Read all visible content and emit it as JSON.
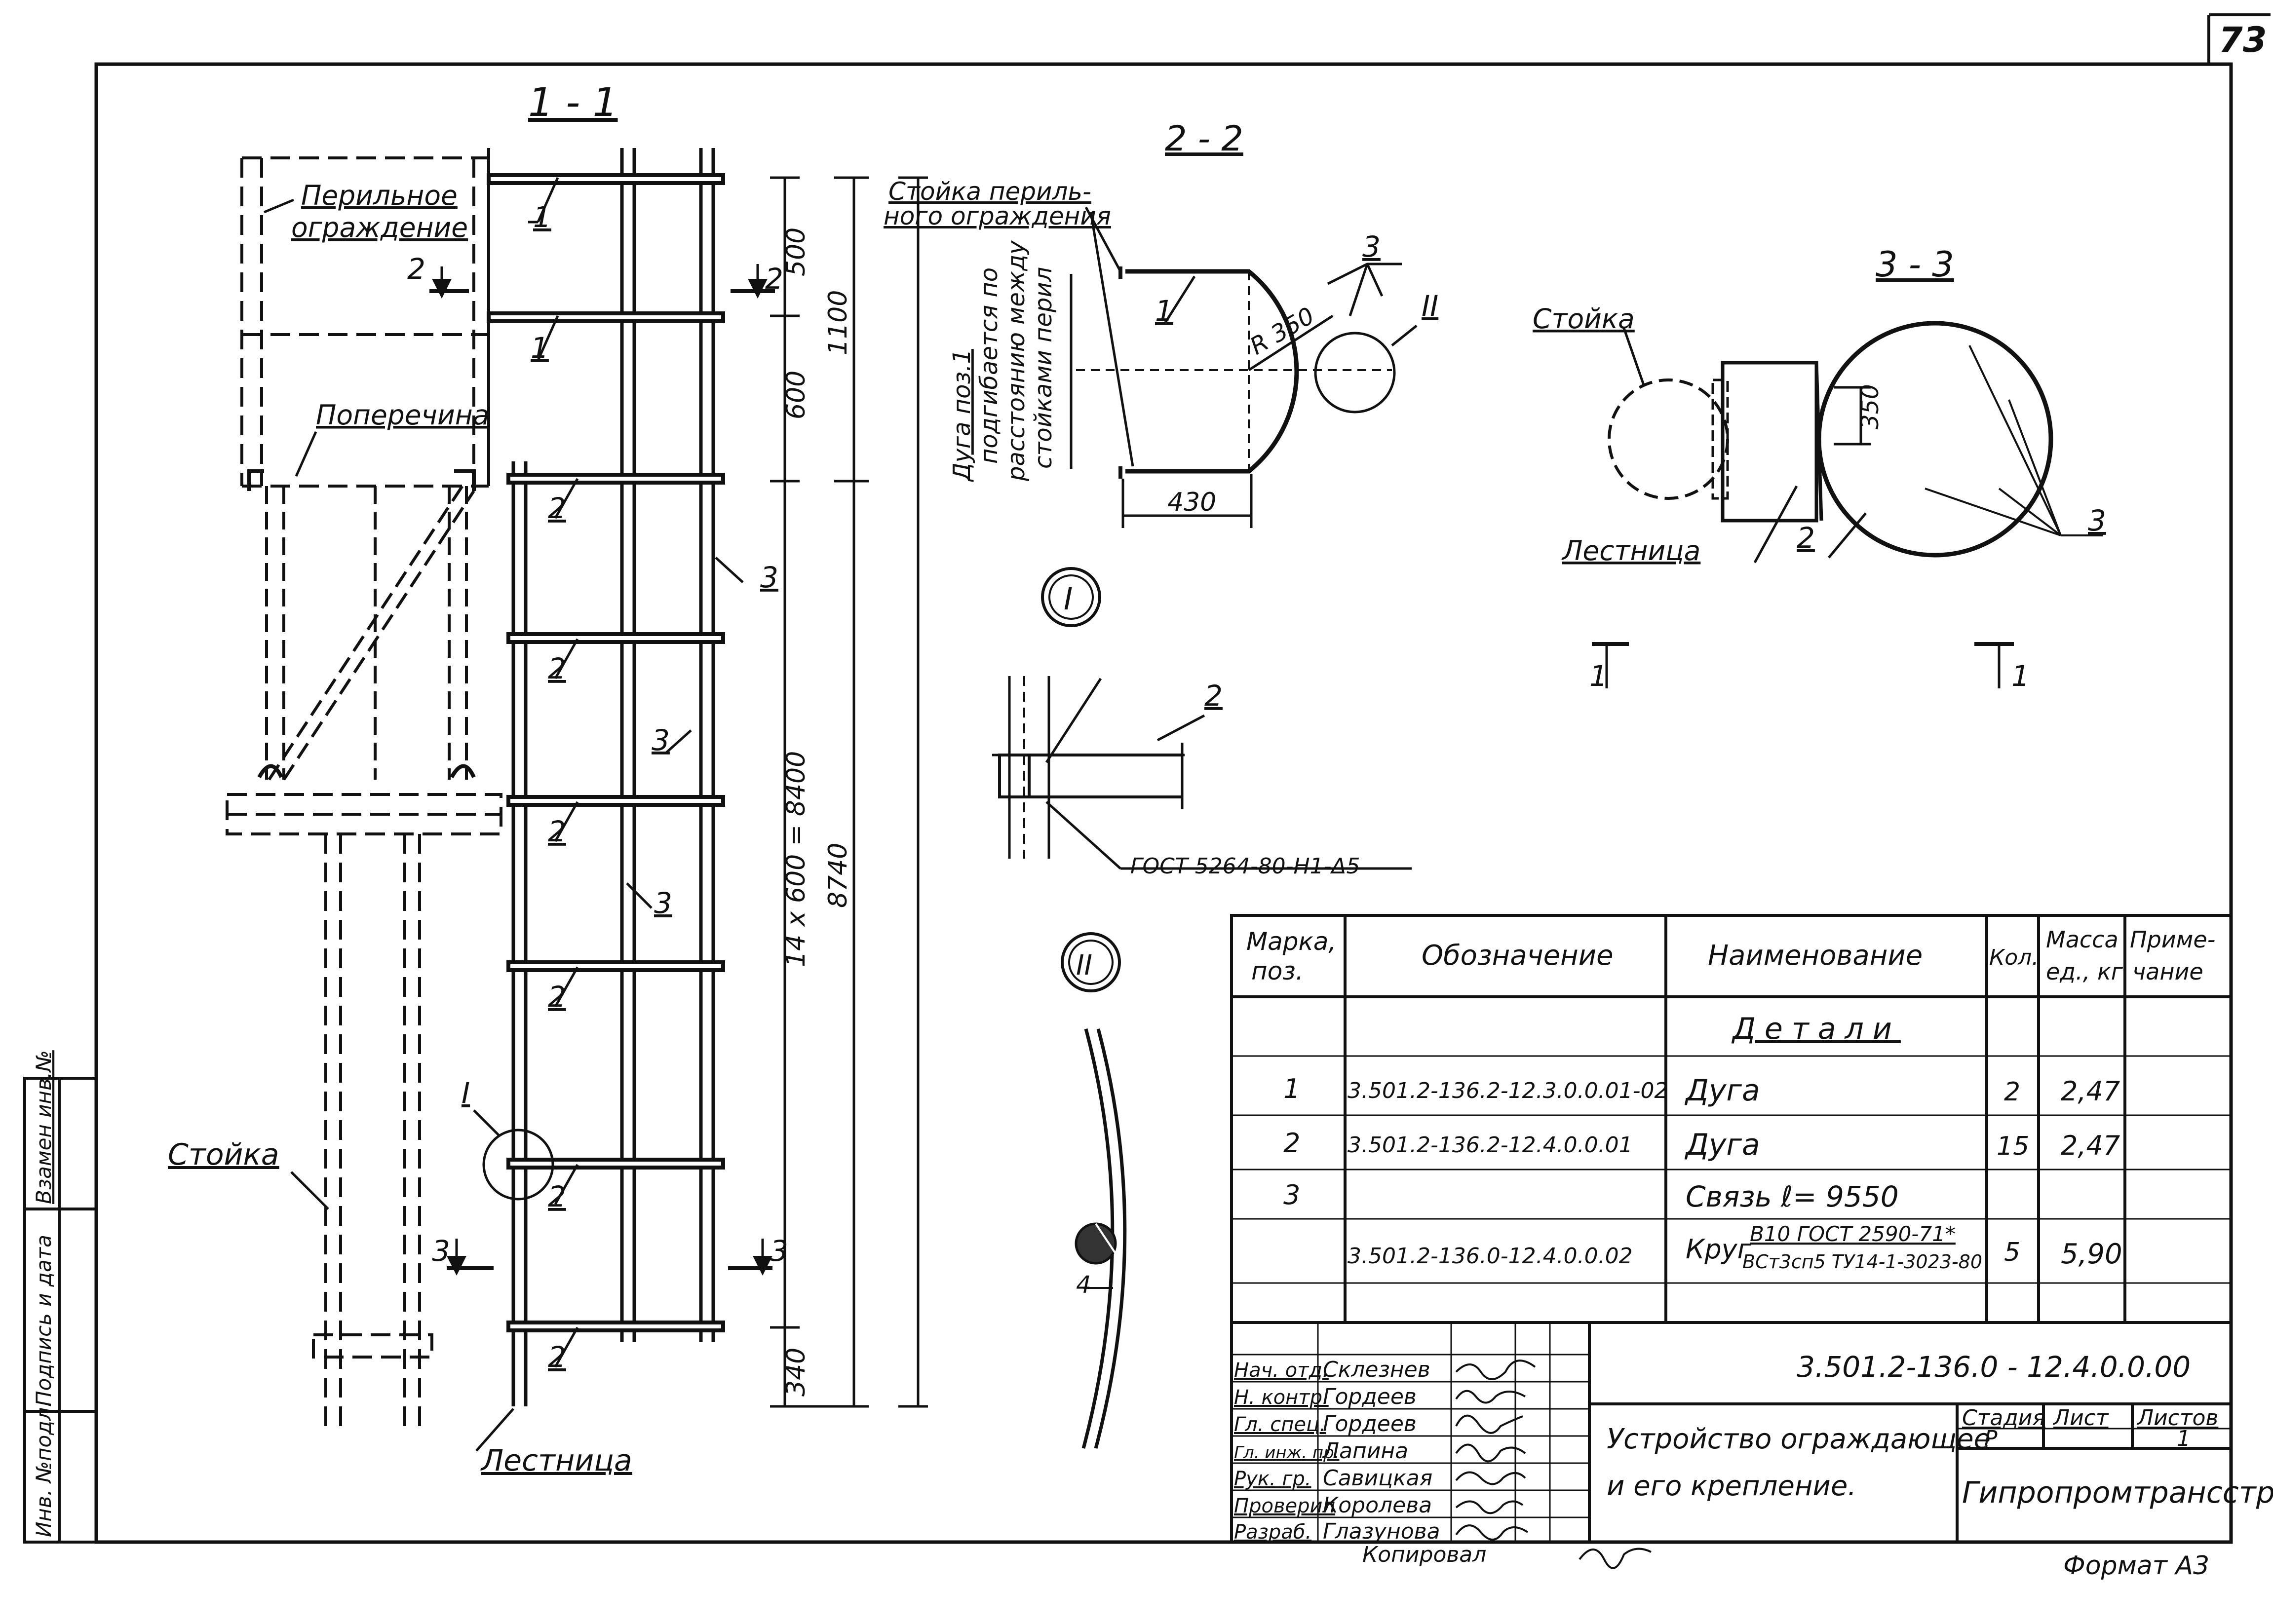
{
  "sheet": {
    "page_number": "73",
    "format_label": "Формат А3",
    "copied_by": "Копировал"
  },
  "side_stamp": {
    "inv_original": "Инв. №подл.",
    "signature_date": "Подпись и дата",
    "replaced_inv": "Взамен инв.№"
  },
  "section_1_1": {
    "title": "1 - 1",
    "labels": {
      "railing": [
        "Перильное",
        "ограждение"
      ],
      "crossbar": "Поперечина",
      "post": "Стойка",
      "ladder": "Лестница"
    },
    "dimensions": {
      "d500": "500",
      "d600": "600",
      "d1100": "1100",
      "d_span": "14 x 600 = 8400",
      "d8740": "8740",
      "d340": "340"
    },
    "position_marks": [
      "1",
      "1",
      "2",
      "2",
      "2",
      "2",
      "2",
      "2",
      "2",
      "3",
      "3",
      "3"
    ],
    "cut_marks": {
      "cut2_left": "2",
      "cut2_right": "2",
      "cut3_left": "3",
      "cut3_right": "3",
      "node1": "I"
    }
  },
  "section_2_2": {
    "title": "2 - 2",
    "labels": {
      "railing_post": [
        "Стойка периль-",
        "ного ограждения"
      ],
      "arc_note": [
        "Дуга поз.1",
        "подгибается по",
        "расстоянию между",
        "стойками перил"
      ],
      "radius": "R 350",
      "dim_430": "430",
      "pos1": "1",
      "pos3": "3",
      "node2": "II"
    }
  },
  "section_3_3": {
    "title": "3 - 3",
    "labels": {
      "post": "Стойка",
      "ladder": "Лестница",
      "dim_350": "350",
      "pos2": "2",
      "pos3": "3",
      "cut1_left": "1",
      "cut1_right": "1"
    }
  },
  "node_1": {
    "label": "I",
    "pos": "2",
    "weld_note": "ГОСТ 5264-80-Н1-Δ5"
  },
  "node_2": {
    "label": "II",
    "dim_4": "4"
  },
  "spec_table": {
    "headers": {
      "mark": [
        "Марка,",
        "поз."
      ],
      "designation": "Обозначение",
      "name": "Наименование",
      "qty": "Кол.",
      "mass": [
        "Масса",
        "ед., кг"
      ],
      "note": [
        "Приме-",
        "чание"
      ]
    },
    "section_title": "Детали",
    "rows": [
      {
        "mark": "1",
        "designation": "3.501.2-136.2-12.3.0.0.01-02",
        "name": "Дуга",
        "qty": "2",
        "mass": "2,47"
      },
      {
        "mark": "2",
        "designation": "3.501.2-136.2-12.4.0.0.01",
        "name": "Дуга",
        "qty": "15",
        "mass": "2,47"
      },
      {
        "mark": "3",
        "designation": "",
        "name": "Связь  ℓ= 9550",
        "qty": "",
        "mass": ""
      },
      {
        "mark": "",
        "designation": "3.501.2-136.0-12.4.0.0.02",
        "name": "Круг",
        "name_top": "В10 ГОСТ 2590-71*",
        "name_bottom": "ВСт3сп5 ТУ14-1-3023-80",
        "qty": "5",
        "mass": "5,90"
      }
    ]
  },
  "title_block": {
    "code": "3.501.2-136.0 -  12.4.0.0.00",
    "title_line1": "Устройство ограждающее",
    "title_line2": "и его крепление.",
    "stage_header": "Стадия",
    "sheet_header": "Лист",
    "sheets_header": "Листов",
    "stage": "Р",
    "sheets": "1",
    "organization": "Гипропромтрансстрой",
    "staff": [
      {
        "role": "Нач. отд.",
        "name": "Склезнев"
      },
      {
        "role": "Н. контр.",
        "name": "Гордеев"
      },
      {
        "role": "Гл. спец.",
        "name": "Гордеев"
      },
      {
        "role": "Гл. инж. пр.",
        "name": "Лапина"
      },
      {
        "role": "Рук. гр.",
        "name": "Савицкая"
      },
      {
        "role": "Проверил",
        "name": "Королева"
      },
      {
        "role": "Разраб.",
        "name": "Глазунова"
      }
    ]
  }
}
